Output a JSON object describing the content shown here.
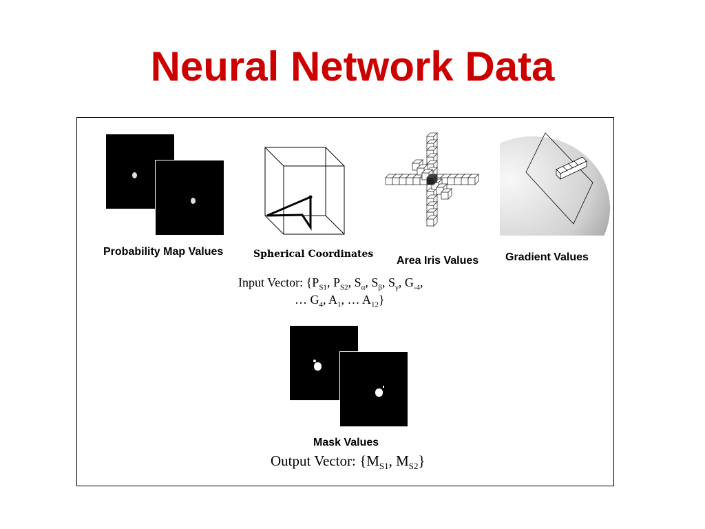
{
  "title": "Neural Network Data",
  "labels": {
    "probability_map": "Probability Map Values",
    "spherical": "Spherical Coordinates",
    "area_iris": "Area Iris Values",
    "gradient": "Gradient Values",
    "mask": "Mask Values"
  },
  "input_vector": {
    "prefix": "Input Vector: {",
    "p": "P",
    "s1": "S1",
    "s2": "S2",
    "s": "S",
    "alpha": "α",
    "beta": "β",
    "gamma": "γ",
    "g": "G",
    "g_sub_first": "-4",
    "line2_prefix": "… ",
    "g_sub_last": "4",
    "a": "A",
    "a_sub_first": "1",
    "a_sub_last": "12",
    "ellipsis": "… ",
    "close": "}"
  },
  "output_vector": {
    "prefix": "Output Vector: {",
    "m": "M",
    "s1": "S1",
    "s2": "S2",
    "close": "}"
  },
  "colors": {
    "title": "#cc0000",
    "frame": "#000000"
  }
}
